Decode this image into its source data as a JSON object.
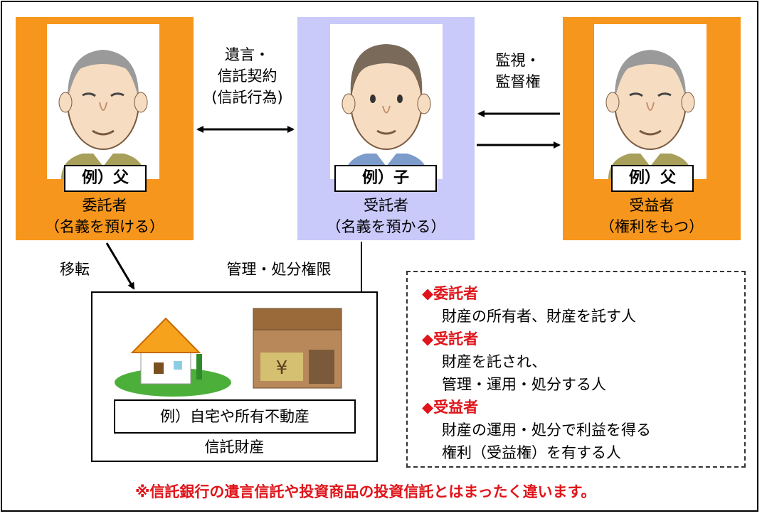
{
  "settlor": {
    "tag": "例）父",
    "role": "委託者",
    "role_sub": "（名義を預ける）"
  },
  "trustee": {
    "tag": "例）子",
    "role": "受託者",
    "role_sub": "（名義を預かる）"
  },
  "beneficiary": {
    "tag": "例）父",
    "role": "受益者",
    "role_sub": "（権利をもつ）"
  },
  "arrows": {
    "settlor_trustee": [
      "遺言・",
      "信託契約",
      "(信託行為)"
    ],
    "beneficiary_trustee": [
      "監視・",
      "監督権"
    ],
    "transfer": "移転",
    "authority": "管理・処分権限"
  },
  "property": {
    "example": "例）自宅や所有不動産",
    "caption": "信託財産"
  },
  "legend": [
    {
      "title": "◆委託者",
      "lines": [
        "財産の所有者、財産を託す人"
      ]
    },
    {
      "title": "◆受託者",
      "lines": [
        "財産を託され、",
        "管理・運用・処分する人"
      ]
    },
    {
      "title": "◆受益者",
      "lines": [
        "財産の運用・処分で利益を得る",
        "権利（受益権）を有する人"
      ]
    }
  ],
  "note": "※信託銀行の遺言信託や投資商品の投資信託とはまったく違います。",
  "colors": {
    "orange": "#f7961c",
    "lavender": "#c9c9fa",
    "red": "#e0141a"
  }
}
